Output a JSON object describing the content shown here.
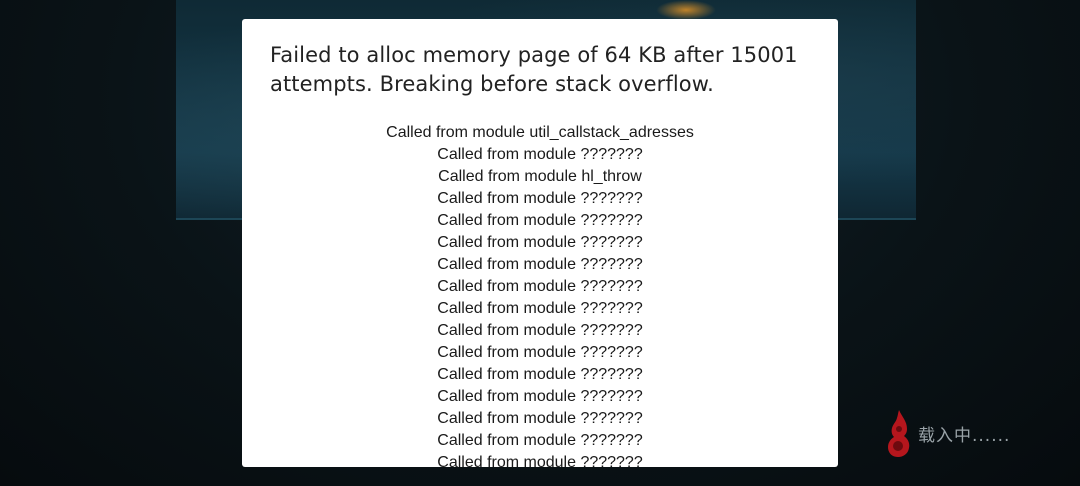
{
  "dialog": {
    "message": "Failed to alloc memory page of 64 KB after 15001 attempts. Breaking before stack overflow.",
    "callstack": [
      "Called from module util_callstack_adresses",
      "Called from module ???????",
      "Called from module hl_throw",
      "Called from module ???????",
      "Called from module ???????",
      "Called from module ???????",
      "Called from module ???????",
      "Called from module ???????",
      "Called from module ???????",
      "Called from module ???????",
      "Called from module ???????",
      "Called from module ???????",
      "Called from module ???????",
      "Called from module ???????",
      "Called from module ???????",
      "Called from module ???????"
    ]
  },
  "loading": {
    "icon": "flame-icon",
    "text": "载入中......",
    "icon_color": "#b5161d"
  },
  "colors": {
    "dialog_bg": "#ffffff",
    "text": "#222222",
    "background": "#0b1419"
  }
}
